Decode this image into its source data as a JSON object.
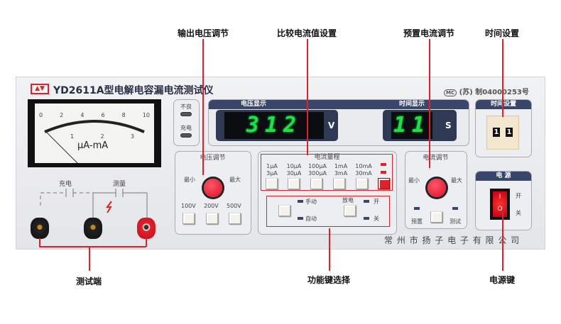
{
  "callouts": {
    "output_voltage": "输出电压调节",
    "compare_current": "比较电流值设置",
    "preset_current": "预置电流调节",
    "time_setting": "时间设置",
    "test_terminal": "测试端",
    "function_select": "功能键选择",
    "power_key": "电源键"
  },
  "device": {
    "title": "YD2611A型电解电容漏电流测试仪",
    "cert": "(苏) 制04000253号",
    "company": "常 州 市 扬 子 电 子 有 限 公 司"
  },
  "meter": {
    "unit": "μA-mA",
    "scale_top": [
      "0",
      "2",
      "4",
      "6",
      "8",
      "10"
    ],
    "scale_bottom": [
      "1",
      "2",
      "3"
    ],
    "pointer_fraction": 0
  },
  "indicators": {
    "bad": "不良",
    "charging": "充电"
  },
  "voltage_display": {
    "header": "电压显示",
    "value": "312",
    "unit": "V"
  },
  "time_display": {
    "header": "时间显示",
    "value": "11",
    "unit": "S"
  },
  "time_set": {
    "header": "时间设置",
    "digits": [
      "1",
      "1"
    ]
  },
  "voltage_adjust": {
    "title": "电压调节",
    "min": "最小",
    "max": "最大",
    "buttons": [
      "100V",
      "200V",
      "500V"
    ]
  },
  "current_range": {
    "title": "电流量程",
    "ranges": [
      [
        "1μA",
        "3μA"
      ],
      [
        "10μA",
        "30μA"
      ],
      [
        "100μA",
        "300μA"
      ],
      [
        "1mA",
        "3mA"
      ],
      [
        "10mA",
        "30mA"
      ]
    ]
  },
  "function": {
    "manual": "手动",
    "auto": "自动",
    "discharge": "放电",
    "on": "开",
    "off": "关"
  },
  "current_adjust": {
    "title": "电流调节",
    "min": "最小",
    "max": "最大",
    "preset": "预置",
    "test": "测试"
  },
  "power": {
    "header": "电  源",
    "on": "开",
    "off": "关"
  },
  "terminals": {
    "charge": "充电",
    "measure": "测量"
  }
}
